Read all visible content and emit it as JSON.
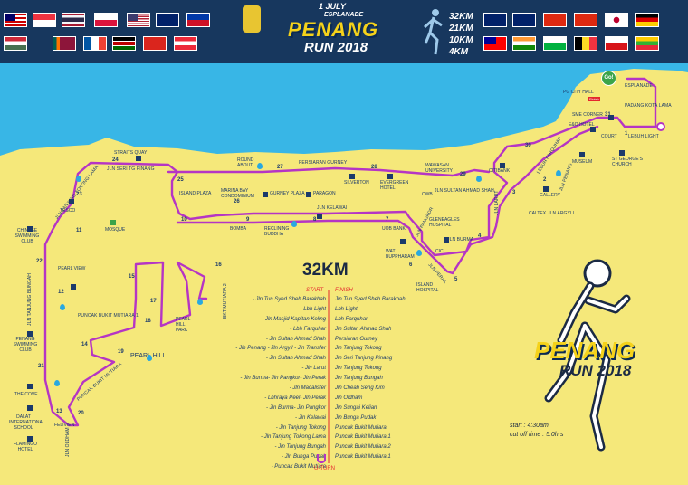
{
  "header": {
    "date": "1 JULY",
    "venue": "ESPLANADE",
    "logo_top": "PENANG",
    "logo_bottom": "RUN 2018",
    "distances": [
      "32KM",
      "21KM",
      "10KM",
      "4KM"
    ]
  },
  "map": {
    "title": "32KM",
    "go_label": "Go!",
    "finish_label": "Finish",
    "area_label": "PEARL HILL",
    "roads": {
      "esplanade": "ESPLANADE",
      "lebuh_light": "LEBUH LIGHT",
      "padang_kota_lama": "PADANG KOTA LAMA",
      "jln_seri_tg_pinang": "JLN SERI TG PINANG",
      "persiaran_gurney": "PERSIARAN GURNEY",
      "jln_sultan_ahmad_shah": "JLN SULTAN AHMAD SHAH",
      "jln_kelawai": "JLN KELAWAI",
      "jln_tanjung_tokong_lama": "JLN TANJUNG TOKONG LAMA",
      "jln_tanjung_bungah": "JLN TANJUNG BUNGAH",
      "jln_oldham": "JLN OLDHAM",
      "puncak_bukit_mutiara": "PUNCAK BUKIT MUTIARA",
      "puncak_bukit_mutiara_1": "PUNCAK BUKIT MUTIARA 1",
      "bkt_mutiara_2": "BKT MUTIARA 2",
      "jln_larut": "JLN LARUT",
      "jln_burma": "JLN BURMA",
      "jln_argyll": "JLN ARGYLL",
      "jln_penang": "JLN PENANG",
      "lebuh_farquhar": "LEBUH FARQUHAR",
      "jln_perak": "JLN PERAK",
      "jln_pangkor": "JLN PANGKOR"
    },
    "landmarks": {
      "pg_city_hall": "PG CITY HALL",
      "sme_cornerl": "SME CORNER",
      "e_o_hotel": "E&O HOTEL",
      "court": "COURT",
      "museum": "MUSEUM",
      "st_georges_church": "ST GEORGE'S CHURCH",
      "citibank": "CITIBANK",
      "gallery": "GALLERY",
      "caltex": "CALTEX",
      "wawasan_university": "WAWASAN UNIVERSITY",
      "cwb": "CWB",
      "evergreen_hotel": "EVERGREEN HOTEL",
      "silverton": "SILVERTON",
      "round_about": "ROUND ABOUT",
      "straits_quay": "STRAITS QUAY",
      "island_plaza": "ISLAND PLAZA",
      "marina_bay": "MARINA BAY CONDOMINIUM",
      "gurney_plaza": "GURNEY PLAZA",
      "paragon": "PARAGON",
      "tesco": "TESCO",
      "bomba": "BOMBA",
      "reclining_buddha": "RECLINING BUDDHA",
      "uob_bank": "UOB BANK",
      "gleneagles": "GLENEAGLES HOSPITAL",
      "wat_buppharam": "WAT BUPPHARAM",
      "cic": "CIC",
      "island_hospital": "ISLAND HOSPITAL",
      "mosque": "MOSQUE",
      "chinese_swimming_club": "CHINESE SWIMMING CLUB",
      "pearl_view": "PEARL VIEW",
      "penang_swimming_club": "PENANG SWIMMING CLUB",
      "the_cove": "THE COVE",
      "dalat": "DALAT INTERNATIONAL SCHOOL",
      "flamingo": "FLAMINGO HOTEL",
      "felicien": "FELIVIEN",
      "pearl_hill_park": "PEARL HILL PARK"
    },
    "km_markers": [
      "1",
      "2",
      "3",
      "4",
      "5",
      "6",
      "7",
      "8",
      "9",
      "10",
      "11",
      "12",
      "13",
      "14",
      "15",
      "16",
      "17",
      "18",
      "19",
      "20",
      "21",
      "22",
      "23",
      "24",
      "25",
      "26",
      "27",
      "28",
      "29",
      "30",
      "31"
    ]
  },
  "route": {
    "start_heading": "START",
    "finish_heading": "FINISH",
    "start_list": [
      "- Jln Tun Syed Sheh Barakbah",
      "- Lbh Light",
      "- Jln Masjid Kapitan Keling",
      "- Lbh Farquhar",
      "- Jln Sultan Ahmad Shah",
      "- Jln Penang - Jln Argyll - Jln Transfer",
      "- Jln Sultan Ahmad Shah",
      "- Jln Larut",
      "- Jln Burma- Jln Pangkor- Jln Perak",
      "- Jln Macalister",
      "- Lbhraya Peel- Jln Perak",
      "- Jln Burma- Jln Pangkor",
      "- Jln Kelawai",
      "- Jln Tanjung Tokong",
      "- Jln Tanjung Tokong Lama",
      "- Jln Tanjung Bungah",
      "- Jln Bunga Pudak",
      "- Puncak Bukit Mutiara"
    ],
    "finish_list": [
      "Jln Tun Syed Sheh Barakbah",
      "Lbh Light",
      "Lbh Farquhar",
      "Jln Sultan Ahmad Shah",
      "Persiaran Gurney",
      "Jln Tanjung Tokong",
      "Jln Seri Tanjung Pinang",
      "Jln Tanjung Tokong",
      "Jln Tanjung Bungah",
      "Jln Cheah Seng Kim",
      "Jln Oldham",
      "Jln Sungai Kelian",
      "Jln Bunga Pudak",
      "Puncak Bukit Mutiara",
      "Puncak Bukit Mutiara 1",
      "Puncak Bukit Mutiara 2",
      "Puncak Bukit Mutiara 1"
    ],
    "uturn_label": "U-TURN"
  },
  "event_info": {
    "start_time": "start : 4:30am",
    "cutoff": "cut off time : 5.0hrs",
    "logo_top": "PENANG",
    "logo_bottom": "RUN 2018"
  },
  "colors": {
    "sea": "#38b6e6",
    "land": "#f5e87a",
    "route": "#b535c4",
    "banner": "#17375e",
    "accent_red": "#e4282d",
    "logo_yellow": "#f5d21a"
  }
}
